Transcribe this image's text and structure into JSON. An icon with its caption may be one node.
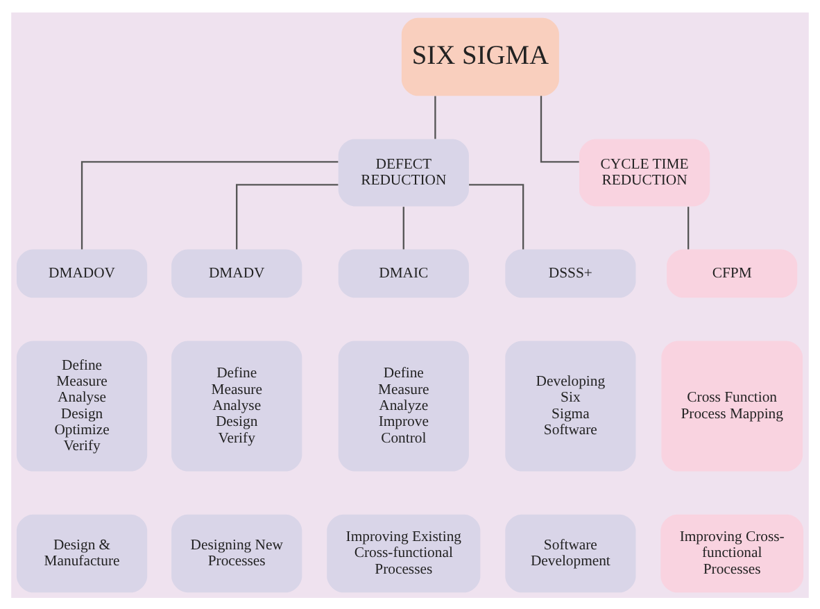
{
  "diagram": {
    "nodes": [
      {
        "text": [
          "SIX SIGMA"
        ]
      },
      {
        "text": [
          "DEFECT REDUCTION"
        ]
      },
      {
        "text": [
          "CYCLE TIME REDUCTION"
        ]
      },
      {
        "text": [
          "DMADOV"
        ]
      },
      {
        "text": [
          "DMADV"
        ]
      },
      {
        "text": [
          "DMAIC"
        ]
      },
      {
        "text": [
          "DSSS+"
        ]
      },
      {
        "text": [
          "CFPM"
        ]
      },
      {
        "text": [
          "Define Measure Analyse Design Optimize Verify"
        ]
      },
      {
        "text": [
          "Define Measure Analyse Design Verify"
        ]
      },
      {
        "text": [
          "Define Measure Analyze Improve Control"
        ]
      },
      {
        "text": [
          "Developing Six Sigma Software"
        ]
      },
      {
        "text": [
          "Cross Function Process Mapping"
        ]
      },
      {
        "text": [
          "Design & Manufacture"
        ]
      },
      {
        "text": [
          "Designing New Processes"
        ]
      },
      {
        "text": [
          "Improving Existing Cross-functional Processes"
        ]
      },
      {
        "text": [
          "Software Development"
        ]
      },
      {
        "text": [
          "Improving Cross-functional Processes"
        ]
      }
    ],
    "edges": [
      {
        "from": 0,
        "to": 1,
        "arrow": "none"
      },
      {
        "from": 0,
        "to": 2,
        "arrow": "none"
      },
      {
        "from": 1,
        "to": 3,
        "arrow": "none"
      },
      {
        "from": 1,
        "to": 4,
        "arrow": "none"
      },
      {
        "from": 1,
        "to": 5,
        "arrow": "none"
      },
      {
        "from": 1,
        "to": 6,
        "arrow": "none"
      },
      {
        "from": 2,
        "to": 7,
        "arrow": "none"
      }
    ]
  }
}
